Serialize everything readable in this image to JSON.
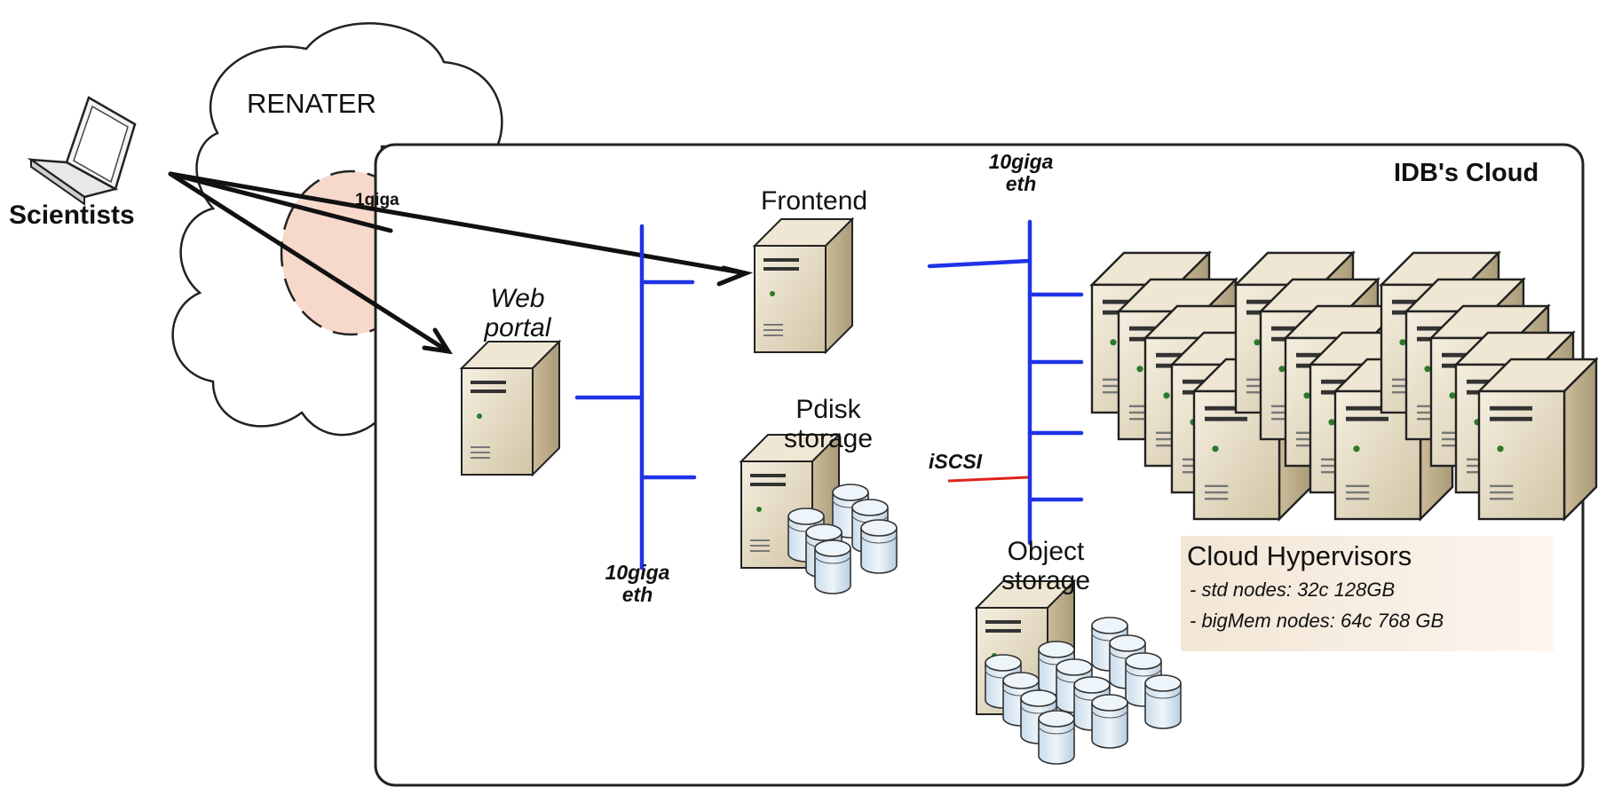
{
  "labels": {
    "renater": "RENATER",
    "scientists": "Scientists",
    "one_giga": "1giga",
    "idb_cloud": "IDB's Cloud",
    "web_portal_line1": "Web",
    "web_portal_line2": "portal",
    "frontend": "Frontend",
    "pdisk_line1": "Pdisk",
    "pdisk_line2": "storage",
    "object_line1": "Object",
    "object_line2": "storage",
    "iscsi": "iSCSI",
    "eth_top_line1": "10giga",
    "eth_top_line2": "eth",
    "eth_bottom_line1": "10giga",
    "eth_bottom_line2": "eth",
    "hypervisors_title": "Cloud Hypervisors",
    "hypervisors_std": "- std nodes: 32c 128GB",
    "hypervisors_bigmem": "- bigMem nodes: 64c 768 GB"
  },
  "colors": {
    "network_line": "#1f33e6",
    "iscsi_line": "#e0231b",
    "server_body": "#e6dcc2",
    "server_dark": "#a8987a",
    "cloud_fill": "#ffffff",
    "gateway_fill": "#f7d9cb",
    "disk_fill": "#dbe8f2"
  },
  "icons": [
    "laptop-icon",
    "server-icon",
    "disk-cylinder-icon",
    "cloud-shape"
  ]
}
